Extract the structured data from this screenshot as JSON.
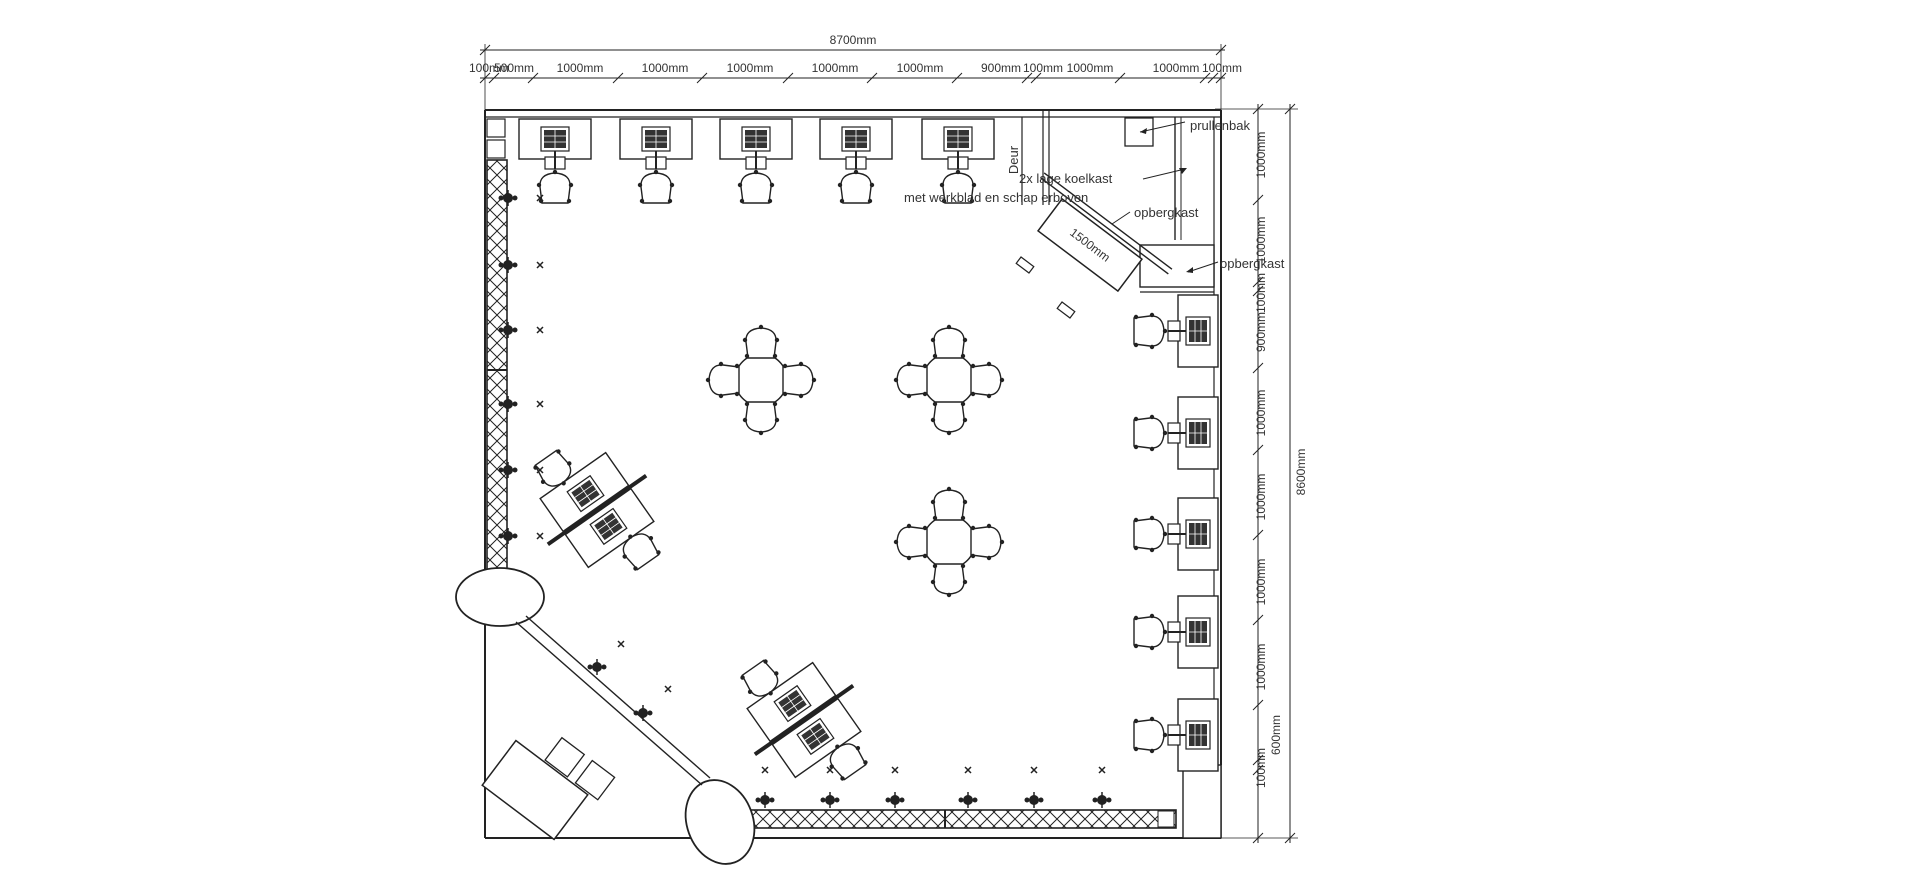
{
  "drawing": {
    "overall_width": "8700mm",
    "overall_depth": "8600mm",
    "top_segments": [
      "100mm",
      "500mm",
      "1000mm",
      "1000mm",
      "1000mm",
      "1000mm",
      "1000mm",
      "900mm",
      "100mm",
      "1000mm",
      "1000mm",
      "100mm"
    ],
    "right_segments": [
      "1000mm",
      "1000mm",
      "100mm",
      "900mm",
      "1000mm",
      "1000mm",
      "1000mm",
      "1000mm",
      "100mm",
      "600mm"
    ],
    "door_label": "Deur",
    "diag_dim": "1500mm",
    "labels": {
      "prullenbak": "prullenbak",
      "koelkast": "2x lage koelkast",
      "werkblad": "met werkblad en schap erboven",
      "opbergkast1": "opbergkast",
      "opbergkast2": "opbergkast"
    }
  }
}
